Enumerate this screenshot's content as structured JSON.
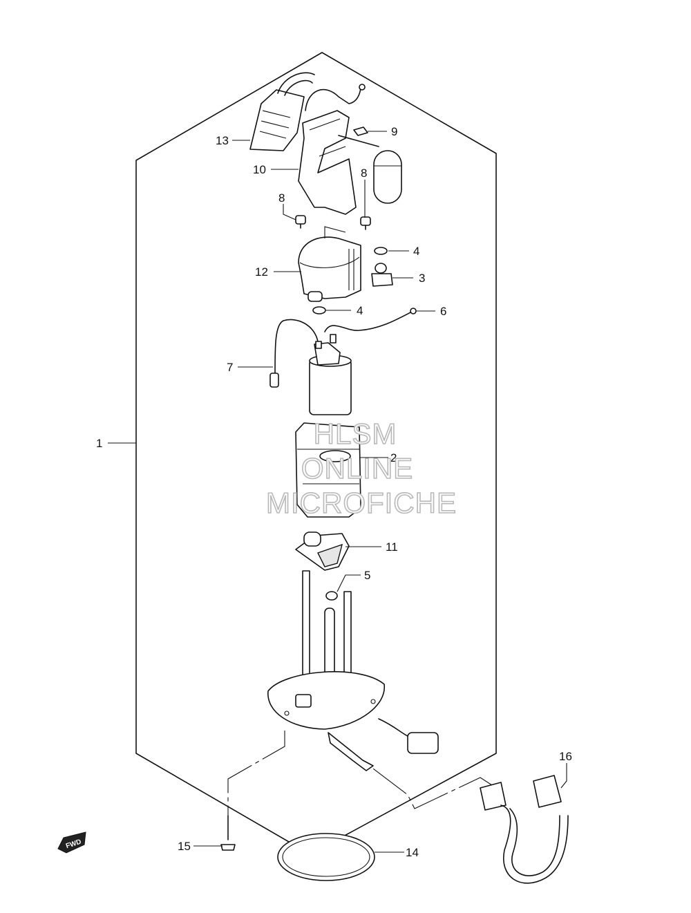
{
  "callouts": {
    "c1": "1",
    "c2": "2",
    "c3": "3",
    "c4a": "4",
    "c4b": "4",
    "c5": "5",
    "c6": "6",
    "c7": "7",
    "c8a": "8",
    "c8b": "8",
    "c9": "9",
    "c10": "10",
    "c11": "11",
    "c12": "12",
    "c13": "13",
    "c14": "14",
    "c15": "15",
    "c16": "16"
  },
  "watermark": {
    "line1": "HLSM",
    "line2": "ONLINE",
    "line3": "MICROFICHE"
  },
  "fwd_label": "FWD"
}
